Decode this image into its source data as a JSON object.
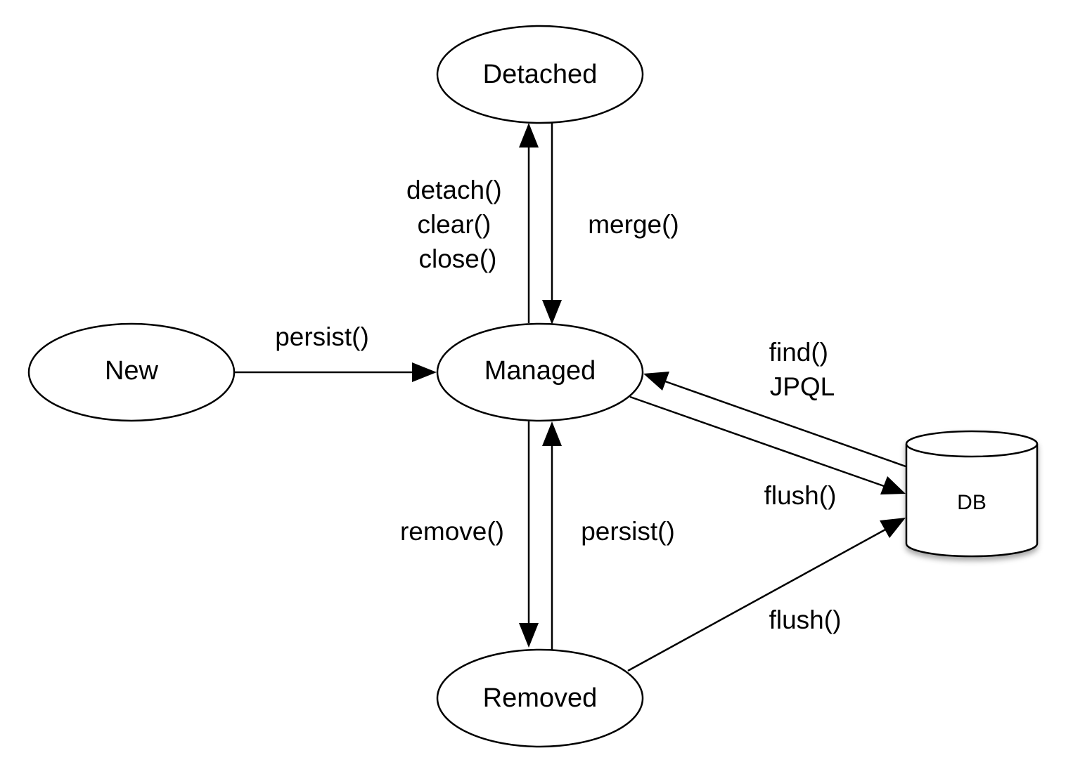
{
  "nodes": {
    "detached": "Detached",
    "new": "New",
    "managed": "Managed",
    "removed": "Removed",
    "db": "DB"
  },
  "edges": {
    "detach_lines": [
      "detach()",
      "clear()",
      "close()"
    ],
    "merge": "merge()",
    "persist_new": "persist()",
    "find_lines": [
      "find()",
      "JPQL"
    ],
    "flush_managed": "flush()",
    "remove": "remove()",
    "persist_removed": "persist()",
    "flush_removed": "flush()"
  },
  "colors": {
    "stroke": "#000000",
    "fill": "#ffffff"
  }
}
